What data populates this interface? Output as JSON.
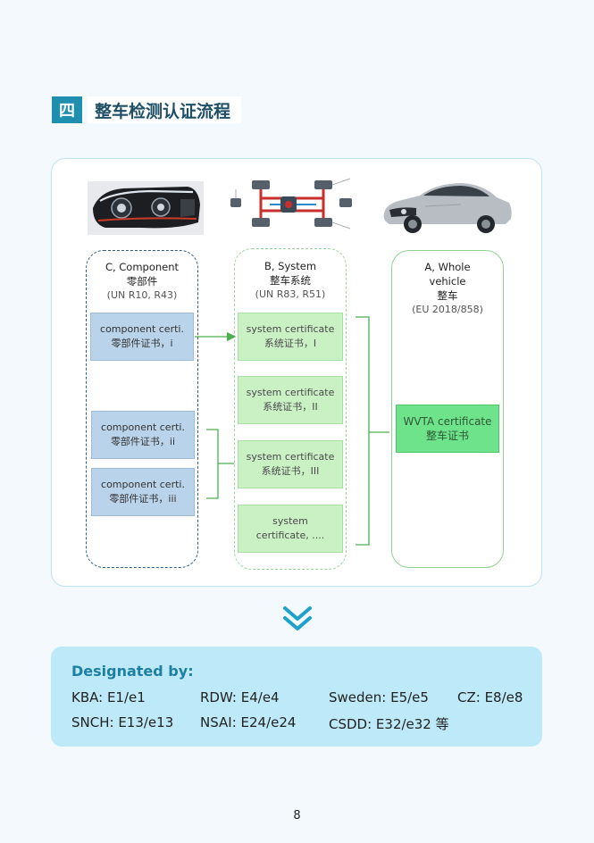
{
  "heading": {
    "number": "四",
    "title": "整车检测认证流程"
  },
  "columns": {
    "c": {
      "title": "C, Component",
      "title_cn": "零部件",
      "standard": "(UN R10, R43)"
    },
    "b": {
      "title": "B, System",
      "title_cn": "整车系统",
      "standard": "(UN R83, R51)"
    },
    "a": {
      "title_line1": "A, Whole",
      "title_line2": "vehicle",
      "title_cn": "整车",
      "standard": "(EU 2018/858)"
    }
  },
  "component_certs": [
    {
      "en": "component certi.",
      "cn": "零部件证书，i"
    },
    {
      "en": "component certi.",
      "cn": "零部件证书，ii"
    },
    {
      "en": "component certi.",
      "cn": "零部件证书，iii"
    }
  ],
  "system_certs": [
    {
      "en": "system certificate",
      "cn": "系统证书，I"
    },
    {
      "en": "system certificate",
      "cn": "系统证书，II"
    },
    {
      "en": "system certificate",
      "cn": "系统证书，III"
    },
    {
      "en": "system",
      "cn": "certificate, ...."
    }
  ],
  "vehicle_cert": {
    "en": "WVTA certificate",
    "cn": "整车证书"
  },
  "designated": {
    "title": "Designated by:",
    "items": [
      "KBA: E1/e1",
      "RDW: E4/e4",
      "Sweden: E5/e5",
      "CZ: E8/e8",
      "SNCH: E13/e13",
      "NSAI: E24/e24",
      "CSDD: E32/e32 等"
    ]
  },
  "page_number": "8",
  "colors": {
    "accent": "#1f8fb0",
    "component_box": "#b9d3ea",
    "system_box": "#c9f1c4",
    "vehicle_box": "#6fe28c",
    "designated_bg": "#bde9f8"
  },
  "icons": {
    "headlight": "headlight-photo",
    "system": "brake-system-diagram",
    "car": "car-photo",
    "chevron": "double-chevron-down-icon"
  }
}
